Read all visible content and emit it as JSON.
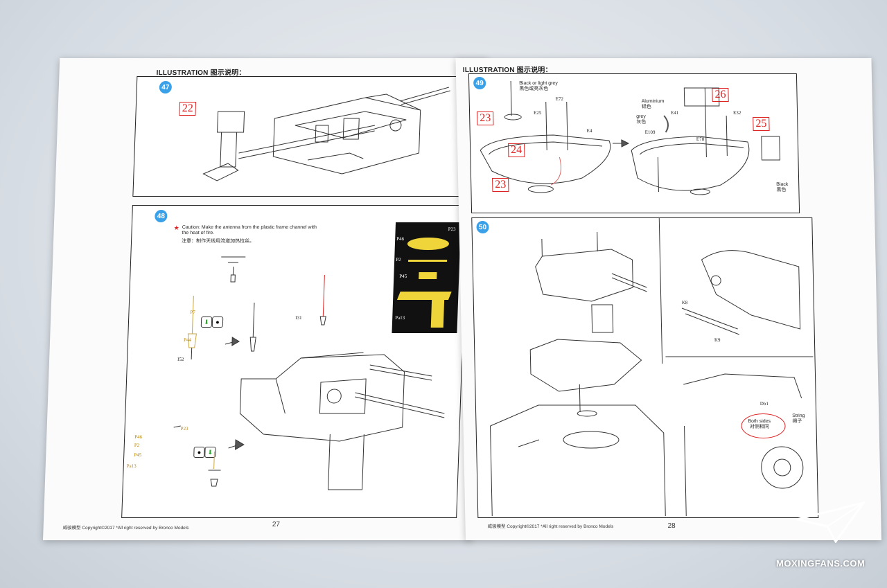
{
  "left_page": {
    "header": "ILLUSTRATION 图示说明：",
    "page_number": "27",
    "footer": "威骏模型  Copyright©2017  *All right reserved by Bronco Models",
    "step47": {
      "number": "47",
      "callout": "22"
    },
    "step48": {
      "number": "48",
      "caution_en": "Caution: Make the antenna from the plastic frame channel with the heat of fire.",
      "caution_cn": "注意：制作天线用流道加热拉丝。",
      "parts": [
        "P7",
        "P44",
        "I52",
        "I31",
        "P23",
        "P46",
        "P2",
        "P45",
        "Pa13"
      ],
      "inset": [
        "P23",
        "P46",
        "P2",
        "P45",
        "Pa13"
      ]
    }
  },
  "right_page": {
    "header": "ILLUSTRATION 图示说明：",
    "page_number": "28",
    "footer": "威骏模型  Copyright©2017  *All right reserved by Bronco Models",
    "step49": {
      "number": "49",
      "callouts": [
        "23",
        "24",
        "23",
        "26",
        "25"
      ],
      "color_note": "Black or light grey\n黑色或亮灰色",
      "aluminium": "Aluminium\n铝色",
      "grey": "grey\n灰色",
      "black": "Black\n黑色",
      "parts": [
        "E72",
        "E25",
        "E4",
        "E41",
        "E32",
        "E109",
        "E78"
      ]
    },
    "step50": {
      "number": "50",
      "string": "String\n绳子",
      "both_sides": "Both sides\n对侧相同",
      "parts": [
        "K8",
        "K9",
        "Db1"
      ]
    }
  },
  "watermark": "MOXINGFANS.COM",
  "colors": {
    "accent": "#3aa0e8",
    "callout": "#dd2222",
    "inset_bg": "#111111",
    "part_yellow": "#f0d53a"
  }
}
